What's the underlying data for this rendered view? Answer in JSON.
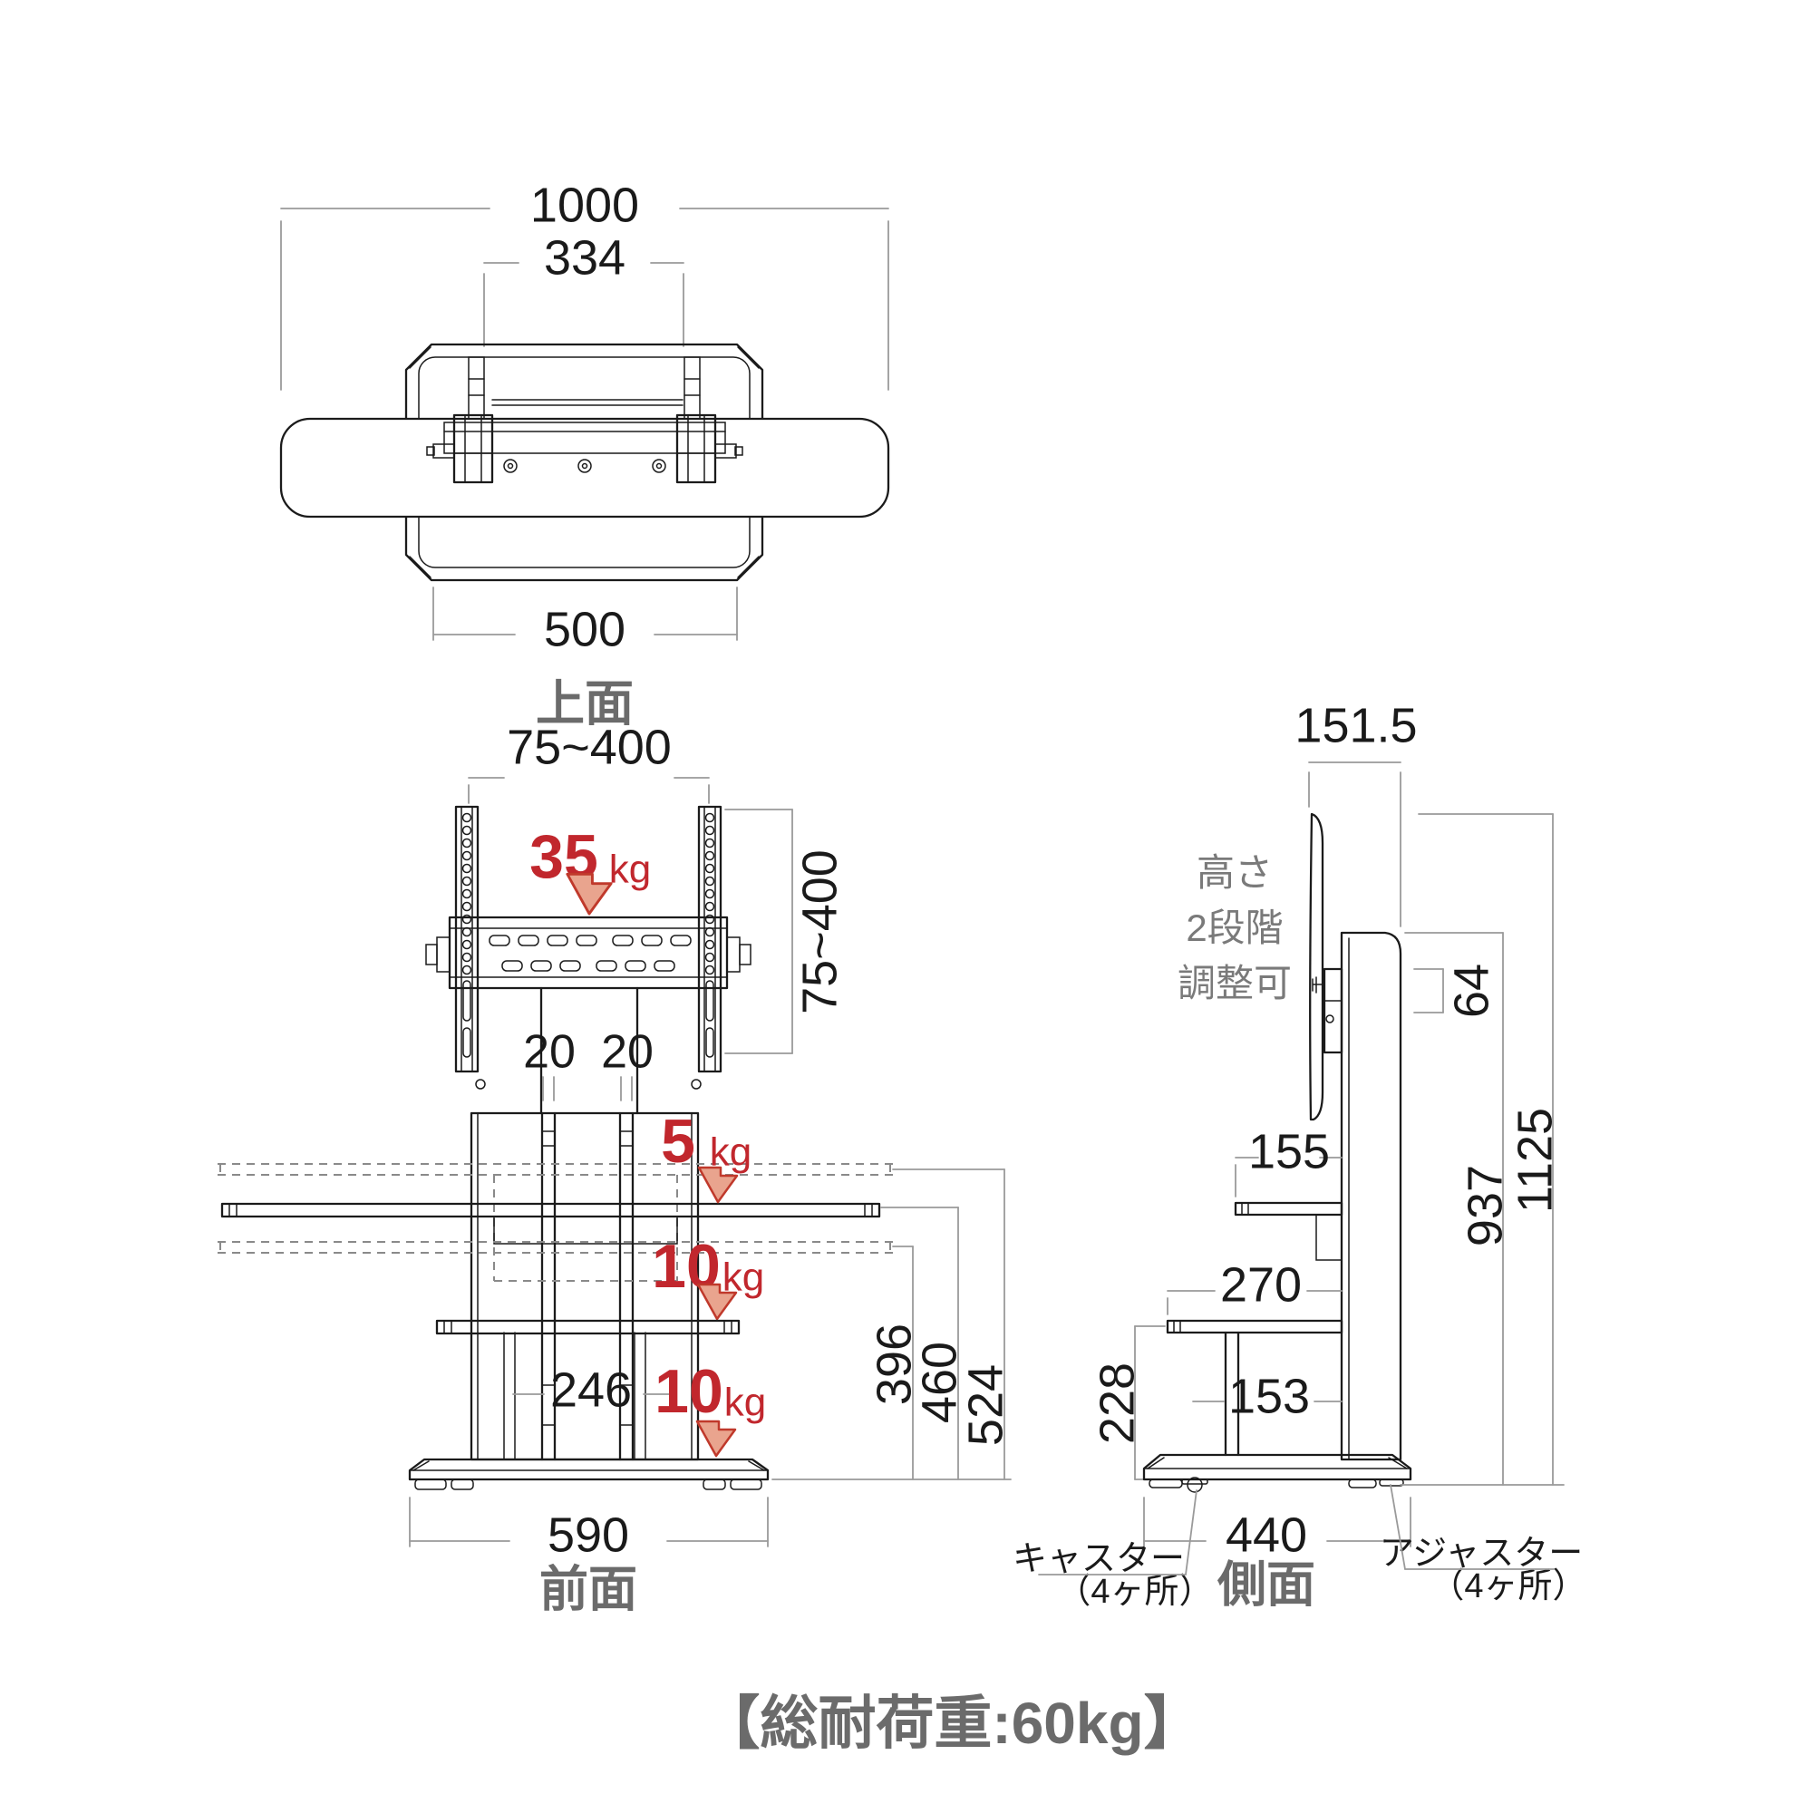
{
  "colors": {
    "line": "#1b1b1b",
    "dimension_line": "#9a9a9a",
    "red_text": "#c1272d",
    "arrow_fill": "#e9a48e",
    "arrow_edge": "#c0392b",
    "gray_label": "#6b6b6b"
  },
  "caption": "【総耐荷重:60kg】",
  "top_view": {
    "label": "上面",
    "dim_overall_width": "1000",
    "dim_bracket_width": "334",
    "dim_base_width": "500"
  },
  "front_view": {
    "label": "前面",
    "dim_vesa_horizontal": "75~400",
    "dim_vesa_vertical": "75~400",
    "load_tv_value": "35",
    "load_tv_unit": "kg",
    "dim_gap_left": "20",
    "dim_gap_right": "20",
    "load_shelf1_value": "5",
    "load_shelf1_unit": "kg",
    "load_shelf2_value": "10",
    "load_shelf2_unit": "kg",
    "load_base_value": "10",
    "load_base_unit": "kg",
    "dim_column_width": "246",
    "dim_base_width": "590",
    "dim_height_dashed_low": "396",
    "dim_height_shelf": "460",
    "dim_height_dashed_high": "524"
  },
  "side_view": {
    "label": "側面",
    "dim_depth_top": "151.5",
    "note_line1": "高さ",
    "note_line2": "2段階",
    "note_line3": "調整可",
    "dim_bracket_drop": "64",
    "dim_shelf1_depth": "155",
    "dim_shelf2_depth": "270",
    "dim_support_gap": "153",
    "dim_base_height": "228",
    "dim_column_height": "937",
    "dim_total_height": "1125",
    "dim_base_depth": "440",
    "caster_label": "キャスター",
    "caster_count": "（4ヶ所）",
    "adjuster_label": "アジャスター",
    "adjuster_count": "（4ヶ所）"
  }
}
